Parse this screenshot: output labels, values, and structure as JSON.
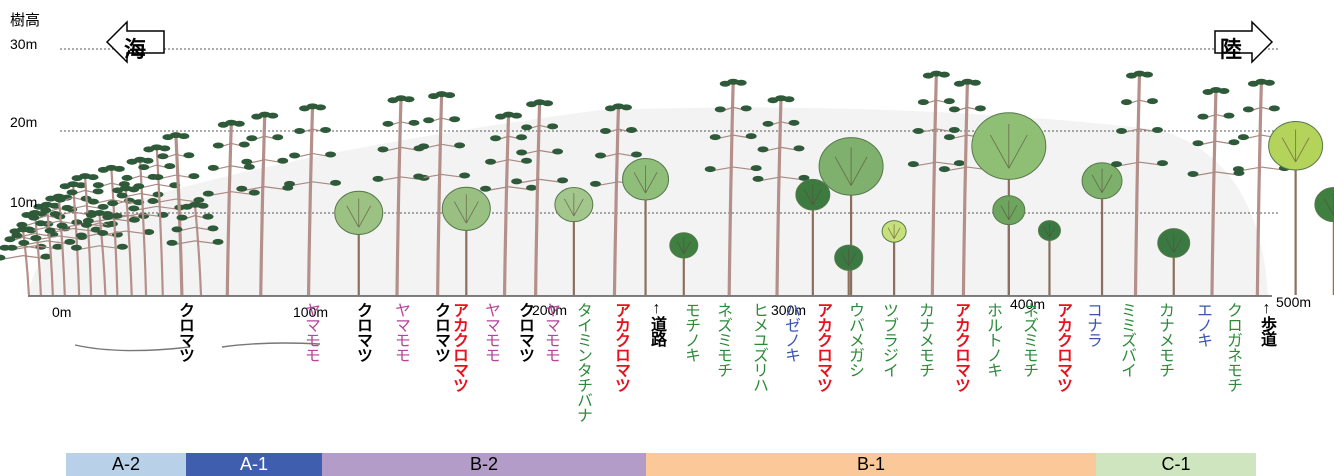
{
  "y_axis": {
    "title": "樹高",
    "ticks": [
      {
        "label": "30m",
        "value": 30
      },
      {
        "label": "20m",
        "value": 20
      },
      {
        "label": "10m",
        "value": 10
      }
    ]
  },
  "arrows": {
    "left": "海",
    "right": "陸"
  },
  "x_axis": {
    "ticks": [
      {
        "label": "0m",
        "value": 0
      },
      {
        "label": "100m",
        "value": 100
      },
      {
        "label": "200m",
        "value": 200
      },
      {
        "label": "300m",
        "value": 300
      },
      {
        "label": "400m",
        "value": 400
      },
      {
        "label": "500m",
        "value": 500
      }
    ]
  },
  "colors": {
    "black_pine": "#000000",
    "red_pine": "#e8101a",
    "bayberry": "#b5449a",
    "broadleaf": "#2d8a3a",
    "blue_species": "#3a54b0",
    "ground": "#dcdcdc"
  },
  "species_labels": [
    {
      "text": "クロマツ",
      "pos": 62,
      "color": "#000000"
    },
    {
      "text": "ヤマモモ",
      "pos": 125,
      "color": "#b5449a"
    },
    {
      "text": "クロマツ",
      "pos": 151,
      "color": "#000000"
    },
    {
      "text": "ヤマモモ",
      "pos": 170,
      "color": "#b5449a"
    },
    {
      "text": "クロマツ",
      "pos": 190,
      "color": "#000000"
    },
    {
      "text": "アカクロマツ",
      "pos": 199,
      "color": "#e8101a"
    },
    {
      "text": "ヤマモモ",
      "pos": 215,
      "color": "#b5449a"
    },
    {
      "text": "クロマツ",
      "pos": 232,
      "color": "#000000"
    },
    {
      "text": "ヤマモモ",
      "pos": 245,
      "color": "#b5449a"
    },
    {
      "text": "タイミンタチバナ",
      "pos": 261,
      "color": "#2d8a3a"
    },
    {
      "text": "アカクロマツ",
      "pos": 280,
      "color": "#e8101a"
    },
    {
      "text": "↑道路",
      "pos": 298,
      "color": "#000000"
    },
    {
      "text": "モチノキ",
      "pos": 315,
      "color": "#2d8a3a"
    },
    {
      "text": "ネズミモチ",
      "pos": 331,
      "color": "#2d8a3a"
    },
    {
      "text": "ヒメユズリハ",
      "pos": 349,
      "color": "#2d8a3a"
    },
    {
      "text": "ハゼノキ",
      "pos": 365,
      "color": "#3a54b0"
    },
    {
      "text": "アカクロマツ",
      "pos": 381,
      "color": "#e8101a"
    },
    {
      "text": "ウバメガシ",
      "pos": 397,
      "color": "#2d8a3a"
    },
    {
      "text": "ツブラジイ",
      "pos": 414,
      "color": "#2d8a3a"
    },
    {
      "text": "カナメモチ",
      "pos": 432,
      "color": "#2d8a3a"
    },
    {
      "text": "アカクロマツ",
      "pos": 450,
      "color": "#e8101a"
    },
    {
      "text": "ホルトノキ",
      "pos": 466,
      "color": "#2d8a3a"
    },
    {
      "text": "ネズミモチ",
      "pos": 484,
      "color": "#2d8a3a"
    },
    {
      "text": "アカクロマツ",
      "pos": 501,
      "color": "#e8101a"
    },
    {
      "text": "コナラ",
      "pos": 516,
      "color": "#3a54b0"
    },
    {
      "text": "ミミズバイ",
      "pos": 533,
      "color": "#2d8a3a"
    },
    {
      "text": "カナメモチ",
      "pos": 552,
      "color": "#2d8a3a"
    },
    {
      "text": "エノキ",
      "pos": 571,
      "color": "#3a54b0"
    },
    {
      "text": "クロガネモチ",
      "pos": 586,
      "color": "#2d8a3a"
    },
    {
      "text": "↑歩道",
      "pos": 603,
      "color": "#000000"
    }
  ],
  "zones": [
    {
      "label": "A-2",
      "start": 0,
      "end": 60,
      "color": "#b8d1e8",
      "text_color": "#000000"
    },
    {
      "label": "A-1",
      "start": 60,
      "end": 128,
      "color": "#3f5fae",
      "text_color": "#ffffff"
    },
    {
      "label": "B-2",
      "start": 128,
      "end": 290,
      "color": "#b49cc9",
      "text_color": "#000000"
    },
    {
      "label": "B-1",
      "start": 290,
      "end": 515,
      "color": "#fbc999",
      "text_color": "#000000"
    },
    {
      "label": "C-1",
      "start": 515,
      "end": 595,
      "color": "#cfe5c0",
      "text_color": "#000000"
    }
  ],
  "trees": [
    {
      "type": "pine",
      "pos": -13,
      "height": 8
    },
    {
      "type": "pine",
      "pos": -8,
      "height": 10
    },
    {
      "type": "pine",
      "pos": -3,
      "height": 11
    },
    {
      "type": "pine",
      "pos": 2,
      "height": 12
    },
    {
      "type": "pine",
      "pos": 8,
      "height": 13.5
    },
    {
      "type": "pine",
      "pos": 13,
      "height": 14.5
    },
    {
      "type": "pine",
      "pos": 19,
      "height": 10
    },
    {
      "type": "pine",
      "pos": 24,
      "height": 15.5
    },
    {
      "type": "pine",
      "pos": 30,
      "height": 13
    },
    {
      "type": "pine",
      "pos": 36,
      "height": 16.5
    },
    {
      "type": "pine",
      "pos": 43,
      "height": 18
    },
    {
      "type": "pine",
      "pos": 51,
      "height": 19.5
    },
    {
      "type": "pine",
      "pos": 59,
      "height": 11
    },
    {
      "type": "pine",
      "pos": 70,
      "height": 21
    },
    {
      "type": "pine",
      "pos": 84,
      "height": 22
    },
    {
      "type": "pine",
      "pos": 104,
      "height": 23
    },
    {
      "type": "broad",
      "pos": 125,
      "height": 12.5,
      "width": 24,
      "color": "#9bc283"
    },
    {
      "type": "pine",
      "pos": 141,
      "height": 24
    },
    {
      "type": "pine",
      "pos": 158,
      "height": 24.5
    },
    {
      "type": "broad",
      "pos": 170,
      "height": 13,
      "width": 24,
      "color": "#99c082"
    },
    {
      "type": "pine",
      "pos": 186,
      "height": 22
    },
    {
      "type": "pine",
      "pos": 199,
      "height": 23.5
    },
    {
      "type": "broad",
      "pos": 215,
      "height": 13,
      "width": 19,
      "color": "#a3c68c"
    },
    {
      "type": "pine",
      "pos": 232,
      "height": 23
    },
    {
      "type": "broad",
      "pos": 245,
      "height": 16.5,
      "width": 23,
      "color": "#8fbd7a"
    },
    {
      "type": "broad",
      "pos": 261,
      "height": 7.5,
      "width": 14,
      "color": "#3f7f3f"
    },
    {
      "type": "pine",
      "pos": 280,
      "height": 26
    },
    {
      "type": "pine",
      "pos": 300,
      "height": 24
    },
    {
      "type": "broad",
      "pos": 331,
      "height": 19,
      "width": 32,
      "color": "#7fb06d"
    },
    {
      "type": "broad",
      "pos": 315,
      "height": 14,
      "width": 17,
      "color": "#3d7a40"
    },
    {
      "type": "broad",
      "pos": 330,
      "height": 6,
      "width": 14,
      "color": "#3a7a42"
    },
    {
      "type": "broad",
      "pos": 349,
      "height": 9,
      "width": 12,
      "color": "#c7e07a"
    },
    {
      "type": "pine",
      "pos": 365,
      "height": 27
    },
    {
      "type": "pine",
      "pos": 378,
      "height": 26
    },
    {
      "type": "broad",
      "pos": 397,
      "height": 22,
      "width": 37,
      "color": "#8ebf75"
    },
    {
      "type": "broad",
      "pos": 397,
      "height": 12,
      "width": 16,
      "color": "#6ea55e"
    },
    {
      "type": "broad",
      "pos": 414,
      "height": 9,
      "width": 11,
      "color": "#3a7a42"
    },
    {
      "type": "broad",
      "pos": 436,
      "height": 16,
      "width": 20,
      "color": "#7db06a"
    },
    {
      "type": "pine",
      "pos": 450,
      "height": 27
    },
    {
      "type": "broad",
      "pos": 466,
      "height": 8,
      "width": 16,
      "color": "#3a7a42"
    },
    {
      "type": "pine",
      "pos": 482,
      "height": 25
    },
    {
      "type": "pine",
      "pos": 501,
      "height": 26
    },
    {
      "type": "broad",
      "pos": 517,
      "height": 21,
      "width": 27,
      "color": "#b3d35a"
    },
    {
      "type": "broad",
      "pos": 533,
      "height": 13,
      "width": 19,
      "color": "#3f7f3f"
    },
    {
      "type": "broad",
      "pos": 552,
      "height": 7,
      "width": 16,
      "color": "#3a7a42"
    },
    {
      "type": "broad",
      "pos": 566,
      "height": 20,
      "width": 27,
      "color": "#b0d25c"
    },
    {
      "type": "broad",
      "pos": 586,
      "height": 11,
      "width": 17,
      "color": "#8fbd7a"
    }
  ]
}
